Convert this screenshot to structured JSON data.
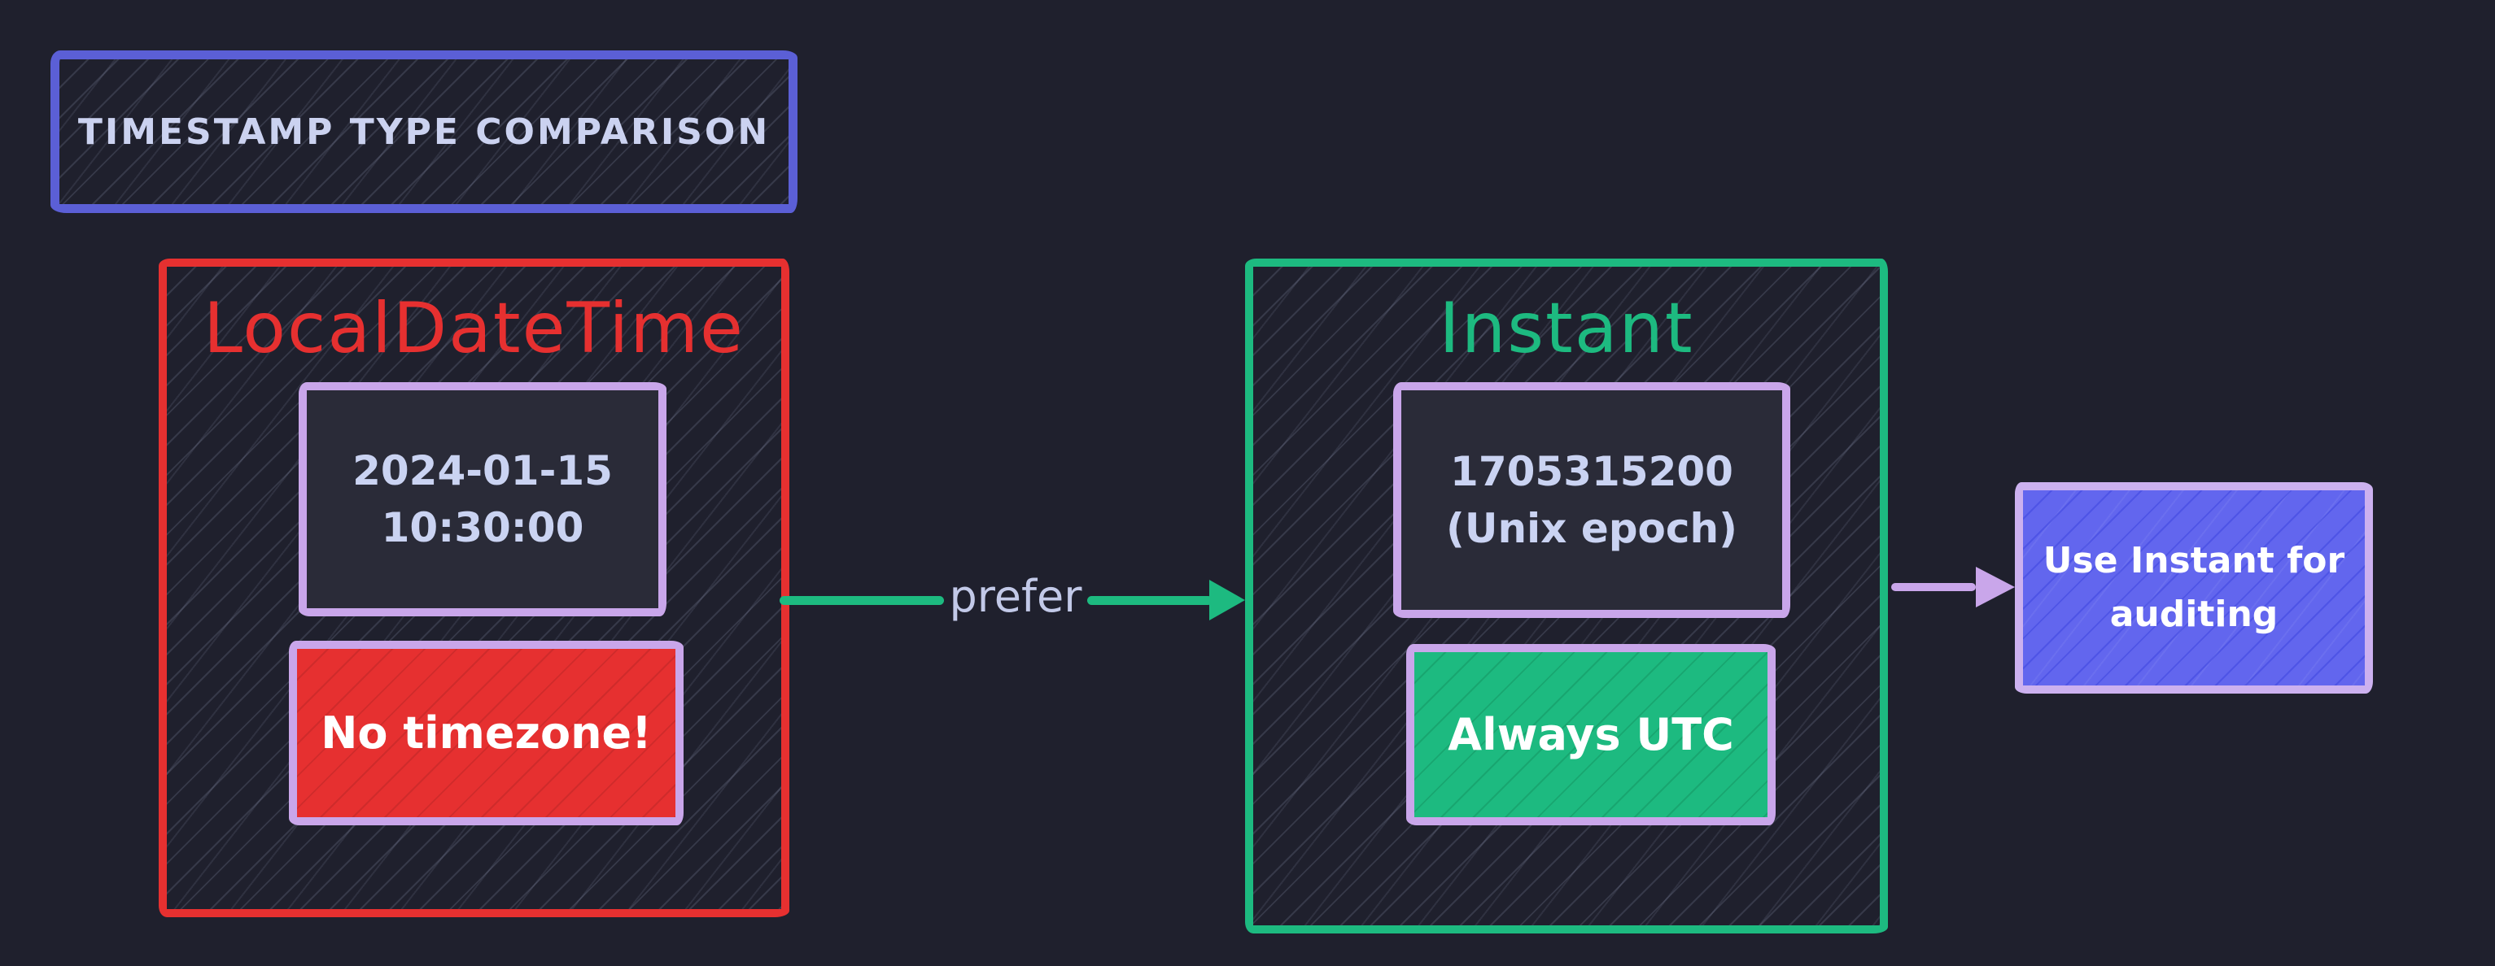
{
  "title_box": {
    "label": "TIMESTAMP TYPE COMPARISON"
  },
  "local_group": {
    "title": "LocalDateTime",
    "value_box": {
      "line1": "2024-01-15",
      "line2": "10:30:00"
    },
    "warning_box": {
      "label": "No timezone!"
    }
  },
  "instant_group": {
    "title": "Instant",
    "value_box": {
      "line1": "1705315200",
      "line2": "(Unix epoch)"
    },
    "utc_box": {
      "label": "Always UTC"
    }
  },
  "prefer_arrow": {
    "label": "prefer"
  },
  "recommendation_box": {
    "line1": "Use Instant for",
    "line2": "auditing"
  },
  "colors": {
    "background": "#1f202d",
    "title_border": "#5b5fd6",
    "local_accent": "#e63030",
    "instant_accent": "#1dba80",
    "inner_border_lavender": "#c9a6ea",
    "recommendation_fill": "#6266ee",
    "recommendation_border": "#ccb1ef",
    "light_text": "#cad3f2",
    "white_text": "#ffffff"
  }
}
